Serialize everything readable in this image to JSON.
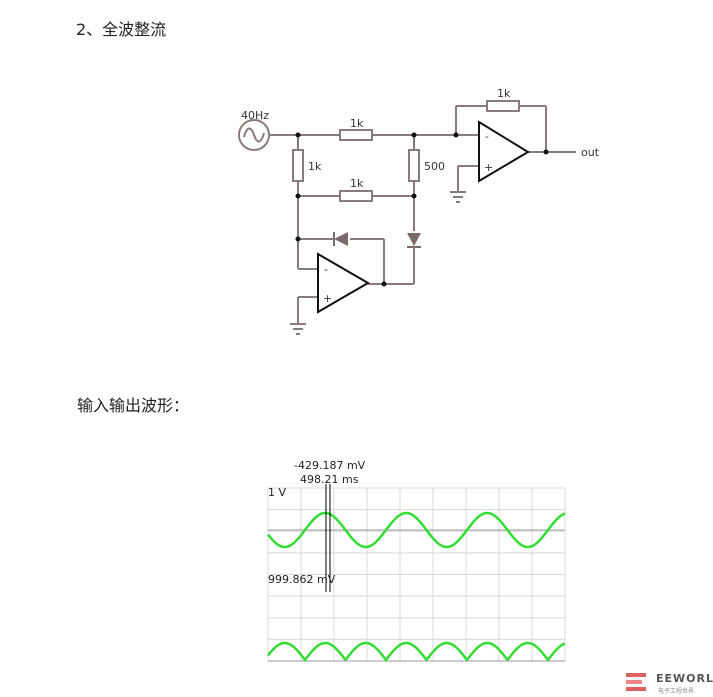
{
  "section_heading": "2、全波整流",
  "waveform_heading": "输入输出波形：",
  "circuit": {
    "source_label": "40Hz",
    "r_input": "1k",
    "r_left": "1k",
    "r_middle": "1k",
    "r_500": "500",
    "r_feedback": "1k",
    "output_label": "out",
    "opamp_minus": "-",
    "opamp_plus": "+"
  },
  "scope": {
    "cursor_voltage": "-429.187 mV",
    "cursor_time": "498.21 ms",
    "channel1_scale": "1 V",
    "channel2_scale": "999.862 mV",
    "colors": {
      "trace": "#33dd33",
      "grid": "#d8d8d8",
      "cursor": "#000000"
    }
  },
  "watermark": {
    "brand": "EEWORLD",
    "sub": "电子工程世界"
  }
}
